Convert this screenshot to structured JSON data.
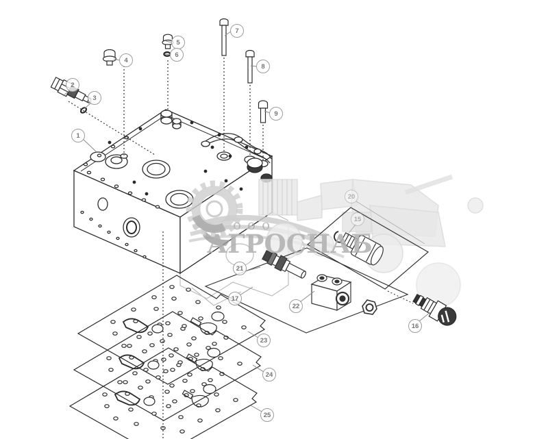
{
  "diagram": {
    "type": "exploded-parts-diagram",
    "subject": "transmission-control-valve-assembly",
    "background": "#ffffff",
    "line_color": "#2a2a2a",
    "faded_line_color": "#bcbcbc",
    "callout_border_color": "#9d9d9d",
    "callout_text_color": "#757575"
  },
  "watermark": {
    "prefix": "ооо",
    "name": "АГРОСНАБ",
    "text_color": "#b2b2b2",
    "art_color": "#e7e7e7",
    "gear_color": "#cdcdcd"
  },
  "callouts": {
    "c1": "1",
    "c2": "2",
    "c3": "3",
    "c4": "4",
    "c5": "5",
    "c6": "6",
    "c7": "7",
    "c8": "8",
    "c9": "9",
    "c15": "15",
    "c16": "16",
    "c17": "17",
    "c20": "20",
    "c21": "21",
    "c22": "22",
    "c23": "23",
    "c24": "24",
    "c25": "25"
  }
}
